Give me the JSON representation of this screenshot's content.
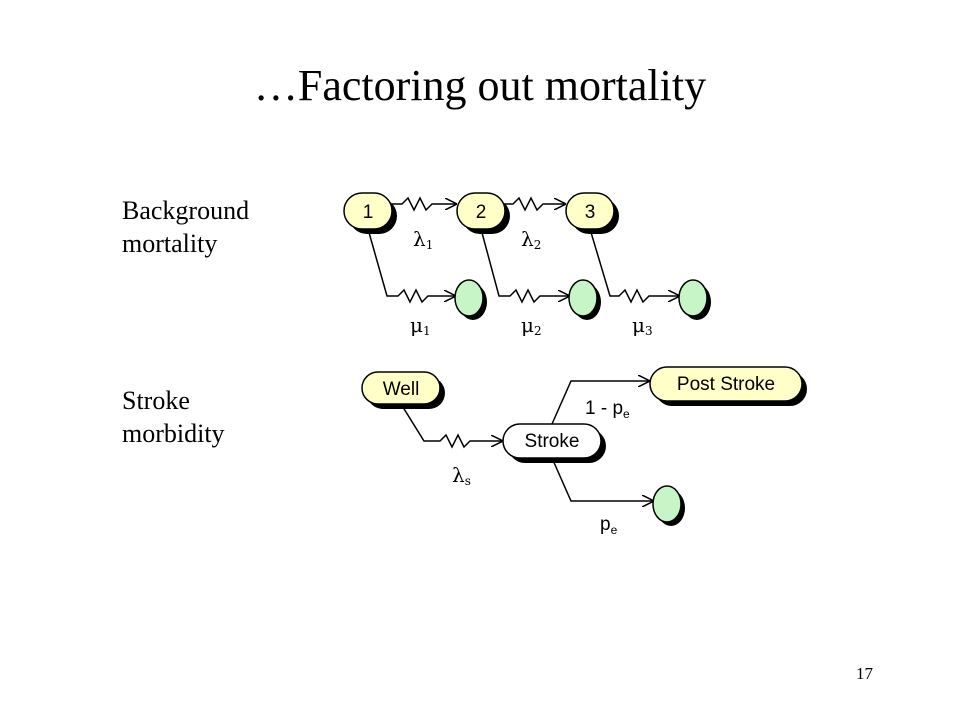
{
  "title": "…Factoring out mortality",
  "page_number": "17",
  "background_section": {
    "label_line1": "Background",
    "label_line2": "mortality",
    "states": [
      "1",
      "2",
      "3"
    ],
    "transition_symbol_lambda": "λ",
    "transition_symbol_mu": "μ",
    "lambda_subscripts": [
      "1",
      "2"
    ],
    "mu_subscripts": [
      "1",
      "2",
      "3"
    ]
  },
  "stroke_section": {
    "label_line1": "Stroke",
    "label_line2": "morbidity",
    "state_well": "Well",
    "state_stroke": "Stroke",
    "state_post_stroke": "Post Stroke",
    "lambda_symbol": "λ",
    "lambda_subscript": "s",
    "prob_survive_prefix": "1 - p",
    "prob_survive_subscript": "e",
    "prob_death": "p",
    "prob_death_subscript": "e"
  },
  "colors": {
    "node_fill": "#ffffc8",
    "death_node_fill": "#c8f5c8",
    "shadow": "#000000"
  }
}
